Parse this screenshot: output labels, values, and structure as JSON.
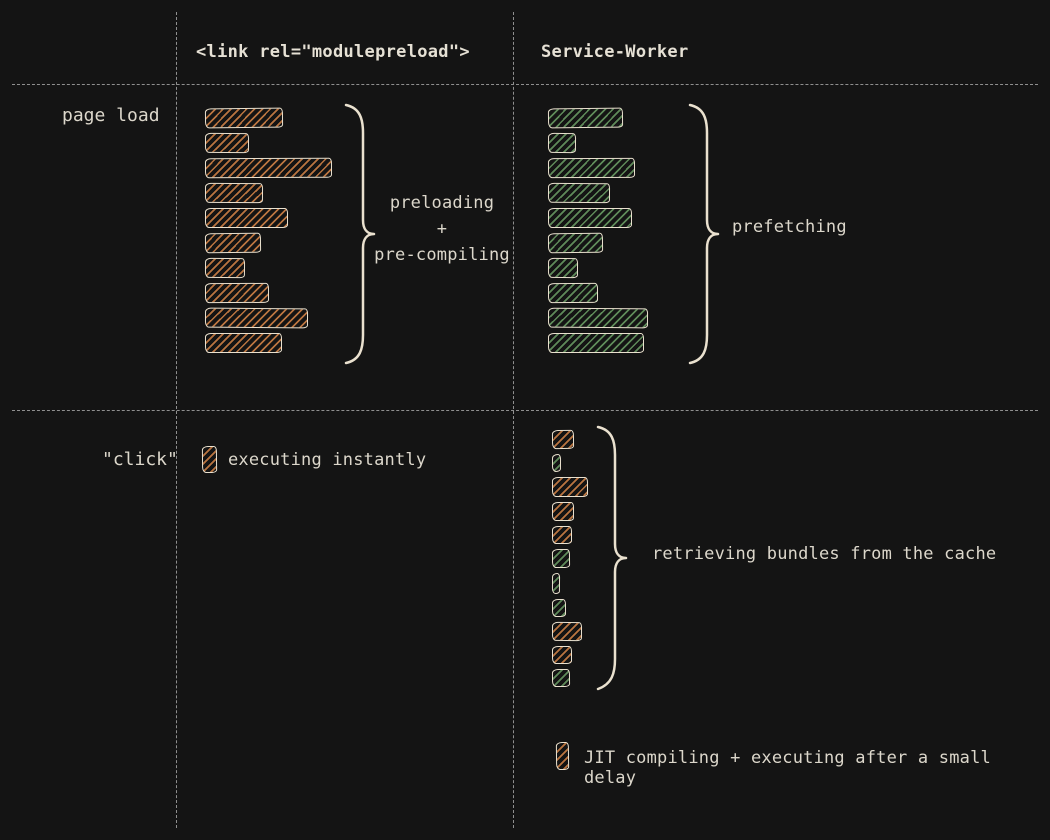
{
  "palette": {
    "background": "#141414",
    "text": "#dcd7cb",
    "outline": "#eae1cf",
    "line": "#8f8f8f",
    "orange": "#b97440",
    "green": "#5e8a59"
  },
  "headers": {
    "modulepreload": "<link rel=\"modulepreload\">",
    "service_worker": "Service-Worker"
  },
  "row_labels": {
    "page_load": "page load",
    "click": "\"click\""
  },
  "annotations": {
    "preloading": "preloading\n+\npre-compiling",
    "prefetching": "prefetching",
    "executing": "executing instantly",
    "retrieving": "retrieving bundles from the cache",
    "jit": "JIT compiling + executing after a small delay"
  },
  "bars": {
    "modulepreload_preload": {
      "color": "orange",
      "items": [
        {
          "w": 78,
          "h": 20
        },
        {
          "w": 44,
          "h": 20
        },
        {
          "w": 127,
          "h": 20
        },
        {
          "w": 58,
          "h": 20
        },
        {
          "w": 83,
          "h": 20
        },
        {
          "w": 56,
          "h": 20
        },
        {
          "w": 40,
          "h": 20
        },
        {
          "w": 64,
          "h": 20
        },
        {
          "w": 103,
          "h": 20
        },
        {
          "w": 77,
          "h": 20
        }
      ]
    },
    "service_worker_prefetch": {
      "color": "green",
      "items": [
        {
          "w": 75,
          "h": 20
        },
        {
          "w": 28,
          "h": 20
        },
        {
          "w": 87,
          "h": 20
        },
        {
          "w": 62,
          "h": 20
        },
        {
          "w": 84,
          "h": 20
        },
        {
          "w": 55,
          "h": 20
        },
        {
          "w": 30,
          "h": 20
        },
        {
          "w": 50,
          "h": 20
        },
        {
          "w": 100,
          "h": 20
        },
        {
          "w": 96,
          "h": 20
        }
      ]
    },
    "modulepreload_click": {
      "color": "orange",
      "items": [
        {
          "w": 15,
          "h": 27
        }
      ]
    },
    "service_worker_cache": {
      "color": "orange",
      "items": [
        {
          "w": 22,
          "h": 19,
          "color": "orange"
        },
        {
          "w": 9,
          "h": 18,
          "color": "green"
        },
        {
          "w": 36,
          "h": 20,
          "color": "orange"
        },
        {
          "w": 22,
          "h": 19,
          "color": "orange"
        },
        {
          "w": 20,
          "h": 18,
          "color": "orange"
        },
        {
          "w": 18,
          "h": 19,
          "color": "green"
        },
        {
          "w": 8,
          "h": 21,
          "color": "green"
        },
        {
          "w": 14,
          "h": 18,
          "color": "green"
        },
        {
          "w": 30,
          "h": 19,
          "color": "orange"
        },
        {
          "w": 20,
          "h": 18,
          "color": "orange"
        },
        {
          "w": 18,
          "h": 18,
          "color": "green"
        }
      ]
    },
    "service_worker_jit": {
      "color": "orange",
      "items": [
        {
          "w": 13,
          "h": 28
        }
      ]
    }
  }
}
